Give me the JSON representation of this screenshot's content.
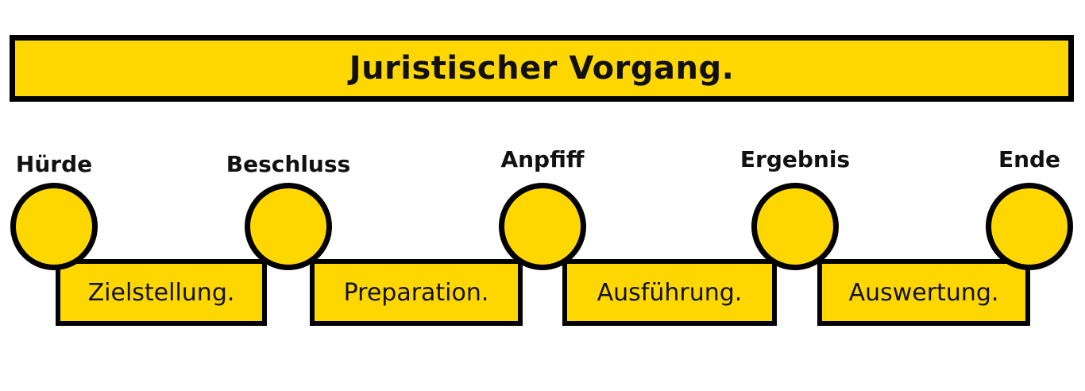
{
  "title": "Juristischer Vorgang.",
  "colors": {
    "fill": "#FFD700",
    "stroke": "#000000",
    "text": "#111111"
  },
  "milestones": [
    {
      "label": "Hürde"
    },
    {
      "label": "Beschluss"
    },
    {
      "label": "Anpfiff"
    },
    {
      "label": "Ergebnis"
    },
    {
      "label": "Ende"
    }
  ],
  "phases": [
    {
      "label": "Zielstellung."
    },
    {
      "label": "Preparation."
    },
    {
      "label": "Ausführung."
    },
    {
      "label": "Auswertung."
    }
  ]
}
